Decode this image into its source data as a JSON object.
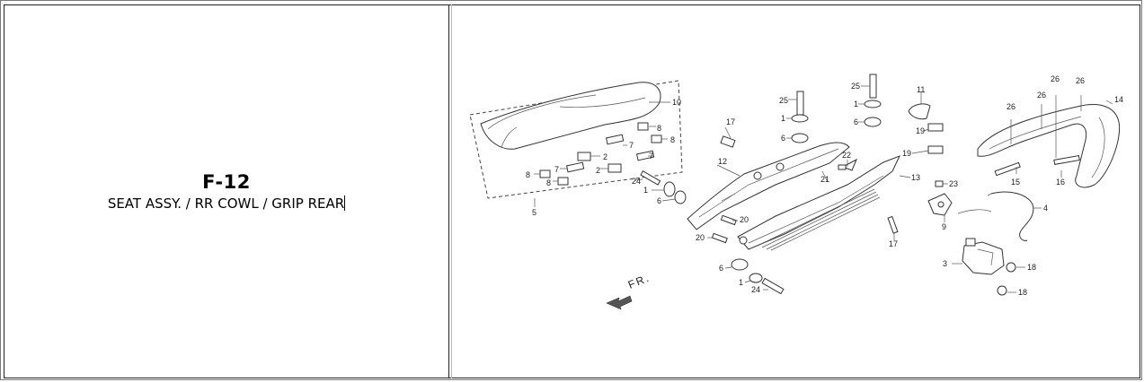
{
  "section": {
    "code": "F-12",
    "title": "SEAT ASSY. / RR COWL / GRIP REAR"
  },
  "diagram": {
    "direction_label": "FR.",
    "callouts": [
      {
        "id": "c10",
        "n": "10"
      },
      {
        "id": "c8a",
        "n": "8"
      },
      {
        "id": "c7a",
        "n": "7"
      },
      {
        "id": "c8b",
        "n": "8"
      },
      {
        "id": "c2a",
        "n": "2"
      },
      {
        "id": "c7b",
        "n": "7"
      },
      {
        "id": "c7c",
        "n": "7"
      },
      {
        "id": "c2b",
        "n": "2"
      },
      {
        "id": "c8c",
        "n": "8"
      },
      {
        "id": "c8d",
        "n": "8"
      },
      {
        "id": "c5",
        "n": "5"
      },
      {
        "id": "c24a",
        "n": "24"
      },
      {
        "id": "c1a",
        "n": "1"
      },
      {
        "id": "c6a",
        "n": "6"
      },
      {
        "id": "c17a",
        "n": "17"
      },
      {
        "id": "c12",
        "n": "12"
      },
      {
        "id": "c25a",
        "n": "25"
      },
      {
        "id": "c1b",
        "n": "1"
      },
      {
        "id": "c6b",
        "n": "6"
      },
      {
        "id": "c25b",
        "n": "25"
      },
      {
        "id": "c1c",
        "n": "1"
      },
      {
        "id": "c6c",
        "n": "6"
      },
      {
        "id": "c11",
        "n": "11"
      },
      {
        "id": "c19a",
        "n": "19"
      },
      {
        "id": "c19b",
        "n": "19"
      },
      {
        "id": "c22",
        "n": "22"
      },
      {
        "id": "c21",
        "n": "21"
      },
      {
        "id": "c13",
        "n": "13"
      },
      {
        "id": "c20a",
        "n": "20"
      },
      {
        "id": "c20b",
        "n": "20"
      },
      {
        "id": "c17b",
        "n": "17"
      },
      {
        "id": "c6d",
        "n": "6"
      },
      {
        "id": "c1d",
        "n": "1"
      },
      {
        "id": "c24b",
        "n": "24"
      },
      {
        "id": "c23",
        "n": "23"
      },
      {
        "id": "c9",
        "n": "9"
      },
      {
        "id": "c4",
        "n": "4"
      },
      {
        "id": "c3",
        "n": "3"
      },
      {
        "id": "c18a",
        "n": "18"
      },
      {
        "id": "c18b",
        "n": "18"
      },
      {
        "id": "c26a",
        "n": "26"
      },
      {
        "id": "c26b",
        "n": "26"
      },
      {
        "id": "c26c",
        "n": "26"
      },
      {
        "id": "c26d",
        "n": "26"
      },
      {
        "id": "c14",
        "n": "14"
      },
      {
        "id": "c15",
        "n": "15"
      },
      {
        "id": "c16",
        "n": "16"
      }
    ]
  }
}
